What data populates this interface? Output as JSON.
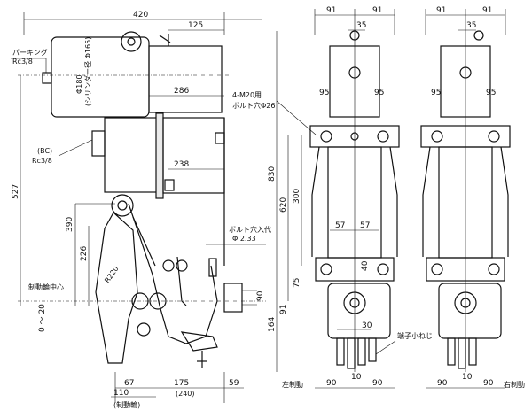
{
  "side_view": {
    "dims": {
      "d420": "420",
      "d125": "125",
      "d286": "286",
      "d238": "238",
      "d527": "527",
      "d390": "390",
      "d226": "226",
      "r220": "R220",
      "d0_20": "0 ～ 20",
      "d90": "90",
      "d67": "67",
      "d175": "175",
      "d59": "59",
      "d110": "110"
    },
    "labels": {
      "parking_jp": "パーキング",
      "parking_rc": "Rc3/8",
      "bc_label": "(BC)",
      "bc_rc": "Rc3/8",
      "phi180": "Φ180",
      "cylinder_jp": "(シリンダー径 Φ165)",
      "bolt_jp": "ボルト穴入代",
      "bolt_dim": "Φ 2.33",
      "brake_center_jp": "制動輪中心",
      "bottom_jp1": "(制動輪)",
      "bottom_jp2": "(240)"
    }
  },
  "front_view": {
    "dims": {
      "d91a": "91",
      "d91b": "91",
      "d35": "35",
      "d95a": "95",
      "d95b": "95",
      "bolt_spec": "4-M20用",
      "bolt_spec2": "ボルト穴Φ26",
      "d830": "830",
      "d620": "620",
      "d300": "300",
      "d57a": "57",
      "d57b": "57",
      "d40": "40",
      "d75": "75",
      "d30": "30",
      "d91c": "91",
      "d164": "164",
      "d10": "10",
      "d90a": "90",
      "d90b": "90"
    },
    "labels": {
      "left_jp": "左制動",
      "terminal_jp": "端子小ねじ"
    }
  },
  "right_view": {
    "dims": {
      "d91a": "91",
      "d91b": "91",
      "d35": "35",
      "d95a": "95",
      "d95b": "95",
      "d10": "10",
      "d90a": "90",
      "d90b": "90"
    },
    "labels": {
      "right_jp": "右制動"
    }
  }
}
